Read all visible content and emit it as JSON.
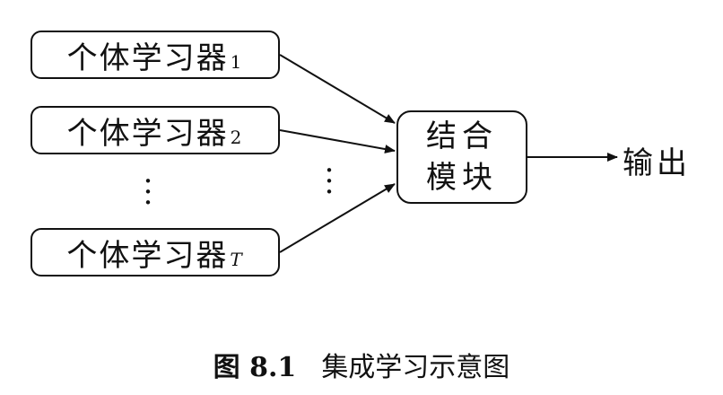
{
  "learners": [
    {
      "text": "个体学习器",
      "sub": "1"
    },
    {
      "text": "个体学习器",
      "sub": "2"
    },
    {
      "text": "个体学习器",
      "sub": "T"
    }
  ],
  "combiner": {
    "line1": "结合",
    "line2": "模块"
  },
  "output": "输出",
  "caption": {
    "label": "图 8.1",
    "title": "集成学习示意图"
  },
  "colors": {
    "stroke": "#111111",
    "background": "#ffffff"
  }
}
